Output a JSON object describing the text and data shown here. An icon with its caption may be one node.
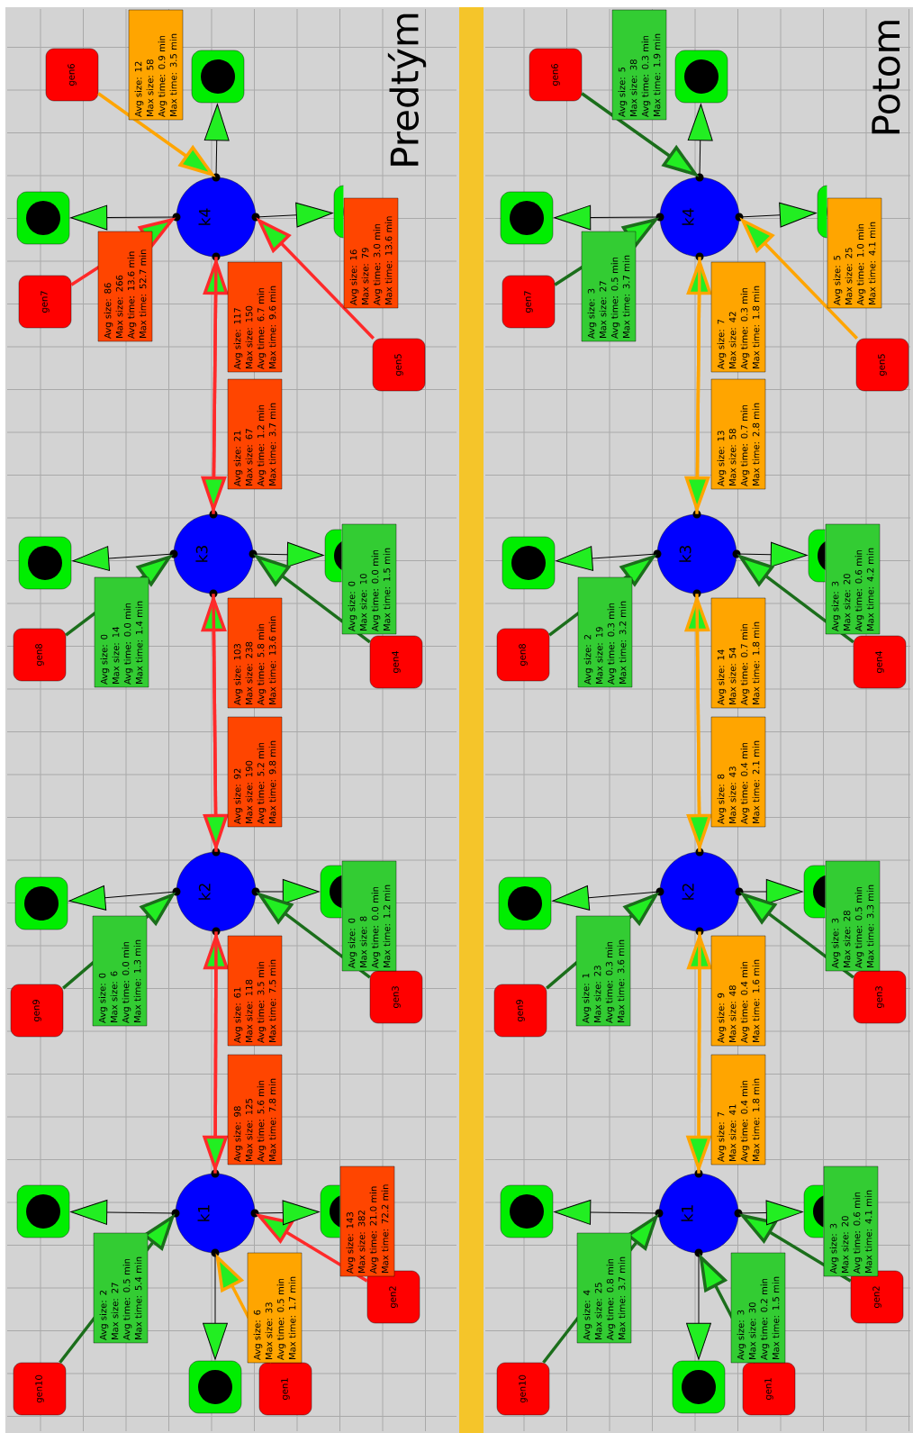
{
  "diagram": {
    "nodes": [
      {
        "text": [
          "Predtým"
        ]
      },
      {
        "text": [
          "gen6"
        ],
        "in": 0
      },
      {
        "text": [],
        "shape": "box",
        "in": 0
      },
      {
        "text": [
          "k4"
        ],
        "in": 0
      },
      {
        "text": [],
        "shape": "box",
        "in": 0
      },
      {
        "text": [
          "gen7"
        ],
        "in": 0
      },
      {
        "text": [],
        "shape": "box",
        "in": 0
      },
      {
        "text": [
          "gen5"
        ],
        "in": 0
      },
      {
        "text": [
          "k3"
        ],
        "in": 0
      },
      {
        "text": [],
        "shape": "box",
        "in": 0
      },
      {
        "text": [
          "gen8"
        ],
        "in": 0
      },
      {
        "text": [],
        "shape": "box",
        "in": 0
      },
      {
        "text": [
          "gen4"
        ],
        "in": 0
      },
      {
        "text": [
          "k2"
        ],
        "in": 0
      },
      {
        "text": [],
        "shape": "box",
        "in": 0
      },
      {
        "text": [
          "gen9"
        ],
        "in": 0
      },
      {
        "text": [],
        "shape": "box",
        "in": 0
      },
      {
        "text": [
          "gen3"
        ],
        "in": 0
      },
      {
        "text": [
          "k1"
        ],
        "in": 0
      },
      {
        "text": [],
        "shape": "box",
        "in": 0
      },
      {
        "text": [
          "gen10"
        ],
        "in": 0
      },
      {
        "text": [],
        "shape": "box",
        "in": 0
      },
      {
        "text": [
          "gen2"
        ],
        "in": 0
      },
      {
        "text": [],
        "shape": "box",
        "in": 0
      },
      {
        "text": [
          "gen1"
        ],
        "in": 0
      },
      {
        "text": [
          "Potom"
        ]
      },
      {
        "text": [
          "gen6"
        ],
        "in": 25
      },
      {
        "text": [],
        "shape": "box",
        "in": 25
      },
      {
        "text": [
          "k4"
        ],
        "in": 25
      },
      {
        "text": [],
        "shape": "box",
        "in": 25
      },
      {
        "text": [
          "gen7"
        ],
        "in": 25
      },
      {
        "text": [],
        "shape": "box",
        "in": 25
      },
      {
        "text": [
          "gen5"
        ],
        "in": 25
      },
      {
        "text": [
          "k3"
        ],
        "in": 25
      },
      {
        "text": [],
        "shape": "box",
        "in": 25
      },
      {
        "text": [
          "gen8"
        ],
        "in": 25
      },
      {
        "text": [],
        "shape": "box",
        "in": 25
      },
      {
        "text": [
          "gen4"
        ],
        "in": 25
      },
      {
        "text": [
          "k2"
        ],
        "in": 25
      },
      {
        "text": [],
        "shape": "box",
        "in": 25
      },
      {
        "text": [
          "gen9"
        ],
        "in": 25
      },
      {
        "text": [],
        "shape": "box",
        "in": 25
      },
      {
        "text": [
          "gen3"
        ],
        "in": 25
      },
      {
        "text": [
          "k1"
        ],
        "in": 25
      },
      {
        "text": [],
        "shape": "box",
        "in": 25
      },
      {
        "text": [
          "gen10"
        ],
        "in": 25
      },
      {
        "text": [],
        "shape": "box",
        "in": 25
      },
      {
        "text": [
          "gen2"
        ],
        "in": 25
      },
      {
        "text": [],
        "shape": "box",
        "in": 25
      },
      {
        "text": [
          "gen1"
        ],
        "in": 25
      }
    ],
    "edges": [
      {
        "from": 1,
        "to": 3,
        "arrow": "to",
        "color": "#ffa500",
        "label": "Avg size: 12 Max size: 58 Avg time: 0.9 min Max time: 3.5 min"
      },
      {
        "from": 3,
        "to": 2,
        "arrow": "to"
      },
      {
        "from": 5,
        "to": 3,
        "arrow": "to",
        "color": "#ff2a2a",
        "label": "Avg size: 86 Max size: 266 Avg time: 13.6 min Max time: 52.7 min"
      },
      {
        "from": 3,
        "to": 4,
        "arrow": "to"
      },
      {
        "from": 8,
        "to": 3,
        "arrow": "to",
        "color": "#ff2a2a",
        "label": "Avg size: 117 Max size: 150 Avg time: 6.7 min Max time: 9.6 min"
      },
      {
        "from": 3,
        "to": 6,
        "arrow": "to"
      },
      {
        "from": 7,
        "to": 3,
        "arrow": "to",
        "color": "#ff2a2a",
        "label": "Avg size: 16 Max size: 79 Avg time: 3.0 min Max time: 13.6 min"
      },
      {
        "from": 3,
        "to": 8,
        "arrow": "to",
        "color": "#ff2a2a",
        "label": "Avg size: 21 Max size: 67 Avg time: 1.2 min Max time: 3.7 min"
      },
      {
        "from": 10,
        "to": 8,
        "arrow": "to",
        "color": "#1b6e1b",
        "label": "Avg size: 0 Max size: 14 Avg time: 0.0 min Max time: 1.4 min"
      },
      {
        "from": 8,
        "to": 9,
        "arrow": "to"
      },
      {
        "from": 13,
        "to": 8,
        "arrow": "to",
        "color": "#ff2a2a",
        "label": "Avg size: 103 Max size: 238 Avg time: 5.8 min Max time: 13.6 min"
      },
      {
        "from": 8,
        "to": 11,
        "arrow": "to"
      },
      {
        "from": 12,
        "to": 8,
        "arrow": "to",
        "color": "#1b6e1b",
        "label": "Avg size: 0 Max size: 10 Avg time: 0.0 min Max time: 1.5 min"
      },
      {
        "from": 8,
        "to": 13,
        "arrow": "to",
        "color": "#ff2a2a",
        "label": "Avg size: 92 Max size: 190 Avg time: 5.2 min Max time: 9.8 min"
      },
      {
        "from": 15,
        "to": 13,
        "arrow": "to",
        "color": "#1b6e1b",
        "label": "Avg size: 0 Max size: 6 Avg time: 0.0 min Max time: 1.3 min"
      },
      {
        "from": 13,
        "to": 14,
        "arrow": "to"
      },
      {
        "from": 18,
        "to": 13,
        "arrow": "to",
        "color": "#ff2a2a",
        "label": "Avg size: 61 Max size: 118 Avg time: 3.5 min Max time: 7.5 min"
      },
      {
        "from": 13,
        "to": 16,
        "arrow": "to"
      },
      {
        "from": 17,
        "to": 13,
        "arrow": "to",
        "color": "#1b6e1b",
        "label": "Avg size: 0 Max size: 8 Avg time: 0.0 min Max time: 1.2 min"
      },
      {
        "from": 13,
        "to": 18,
        "arrow": "to",
        "color": "#ff2a2a",
        "label": "Avg size: 98 Max size: 125 Avg time: 5.6 min Max time: 7.8 min"
      },
      {
        "from": 20,
        "to": 18,
        "arrow": "to",
        "color": "#1b6e1b",
        "label": "Avg size: 2 Max size: 27 Avg time: 0.5 min Max time: 5.4 min"
      },
      {
        "from": 18,
        "to": 19,
        "arrow": "to"
      },
      {
        "from": 22,
        "to": 18,
        "arrow": "to",
        "color": "#ff2a2a",
        "label": "Avg size: 143 Max size: 382 Avg time: 21.0 min Max time: 72.2 min"
      },
      {
        "from": 18,
        "to": 21,
        "arrow": "to"
      },
      {
        "from": 24,
        "to": 18,
        "arrow": "to",
        "color": "#ffa500",
        "label": "Avg size: 6 Max size: 33 Avg time: 0.5 min Max time: 1.7 min"
      },
      {
        "from": 18,
        "to": 23,
        "arrow": "to"
      },
      {
        "from": 26,
        "to": 28,
        "arrow": "to",
        "color": "#1b6e1b",
        "label": "Avg size: 5 Max size: 38 Avg time: 0.3 min Max time: 1.9 min"
      },
      {
        "from": 28,
        "to": 27,
        "arrow": "to"
      },
      {
        "from": 30,
        "to": 28,
        "arrow": "to",
        "color": "#1b6e1b",
        "label": "Avg size: 3 Max size: 27 Avg time: 0.5 min Max time: 3.7 min"
      },
      {
        "from": 28,
        "to": 29,
        "arrow": "to"
      },
      {
        "from": 33,
        "to": 28,
        "arrow": "to",
        "color": "#ffa500",
        "label": "Avg size: 7 Max size: 42 Avg time: 0.3 min Max time: 1.8 min"
      },
      {
        "from": 28,
        "to": 31,
        "arrow": "to"
      },
      {
        "from": 32,
        "to": 28,
        "arrow": "to",
        "color": "#ffa500",
        "label": "Avg size: 5 Max size: 25 Avg time: 1.0 min Max time: 4.1 min"
      },
      {
        "from": 28,
        "to": 33,
        "arrow": "to",
        "color": "#ffa500",
        "label": "Avg size: 13 Max size: 58 Avg time: 0.7 min Max time: 2.8 min"
      },
      {
        "from": 35,
        "to": 33,
        "arrow": "to",
        "color": "#1b6e1b",
        "label": "Avg size: 2 Max size: 19 Avg time: 0.3 min Max time: 3.2 min"
      },
      {
        "from": 33,
        "to": 34,
        "arrow": "to"
      },
      {
        "from": 38,
        "to": 33,
        "arrow": "to",
        "color": "#ffa500",
        "label": "Avg size: 14 Max size: 54 Avg time: 0.7 min Max time: 1.8 min"
      },
      {
        "from": 33,
        "to": 36,
        "arrow": "to"
      },
      {
        "from": 37,
        "to": 33,
        "arrow": "to",
        "color": "#1b6e1b",
        "label": "Avg size: 3 Max size: 20 Avg time: 0.6 min Max time: 4.2 min"
      },
      {
        "from": 33,
        "to": 38,
        "arrow": "to",
        "color": "#ffa500",
        "label": "Avg size: 8 Max size: 43 Avg time: 0.4 min Max time: 2.1 min"
      },
      {
        "from": 40,
        "to": 38,
        "arrow": "to",
        "color": "#1b6e1b",
        "label": "Avg size: 1 Max size: 23 Avg time: 0.3 min Max time: 3.6 min"
      },
      {
        "from": 38,
        "to": 39,
        "arrow": "to"
      },
      {
        "from": 43,
        "to": 38,
        "arrow": "to",
        "color": "#ffa500",
        "label": "Avg size: 9 Max size: 48 Avg time: 0.4 min Max time: 1.6 min"
      },
      {
        "from": 38,
        "to": 41,
        "arrow": "to"
      },
      {
        "from": 42,
        "to": 38,
        "arrow": "to",
        "color": "#1b6e1b",
        "label": "Avg size: 3 Max size: 28 Avg time: 0.5 min Max time: 3.3 min"
      },
      {
        "from": 38,
        "to": 43,
        "arrow": "to",
        "color": "#ffa500",
        "label": "Avg size: 7 Max size: 41 Avg time: 0.4 min Max time: 1.8 min"
      },
      {
        "from": 45,
        "to": 43,
        "arrow": "to",
        "color": "#1b6e1b",
        "label": "Avg size: 4 Max size: 25 Avg time: 0.8 min Max time: 3.7 min"
      },
      {
        "from": 43,
        "to": 44,
        "arrow": "to"
      },
      {
        "from": 47,
        "to": 43,
        "arrow": "to",
        "color": "#1b6e1b",
        "label": "Avg size: 3 Max size: 20 Avg time: 0.6 min Max time: 4.1 min"
      },
      {
        "from": 43,
        "to": 46,
        "arrow": "to"
      },
      {
        "from": 49,
        "to": 43,
        "arrow": "to",
        "color": "#1b6e1b",
        "label": "Avg size: 3 Max size: 30 Avg time: 0.2 min Max time: 1.5 min"
      },
      {
        "from": 43,
        "to": 48,
        "arrow": "to"
      }
    ]
  }
}
